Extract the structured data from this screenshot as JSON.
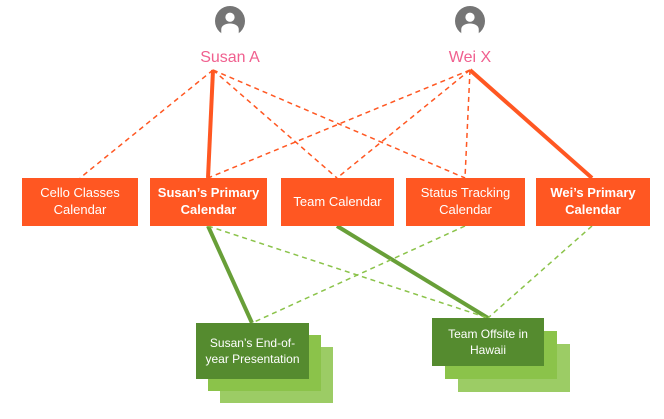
{
  "users": [
    {
      "id": "susan",
      "name": "Susan A"
    },
    {
      "id": "wei",
      "name": "Wei X"
    }
  ],
  "calendars": [
    {
      "id": "cello",
      "label": "Cello Classes Calendar",
      "emphasis": false
    },
    {
      "id": "susans_primary",
      "label": "Susan’s Primary Calendar",
      "emphasis": true
    },
    {
      "id": "team",
      "label": "Team Calendar",
      "emphasis": false
    },
    {
      "id": "status",
      "label": "Status Tracking Calendar",
      "emphasis": false
    },
    {
      "id": "weis_primary",
      "label": "Wei’s Primary Calendar",
      "emphasis": true
    }
  ],
  "events": [
    {
      "id": "susan_event",
      "label": "Susan’s End-of-year Presentation"
    },
    {
      "id": "team_offsite",
      "label": "Team Offsite in Hawaii"
    }
  ],
  "edges": [
    {
      "from": "susan",
      "to": "cello",
      "kind": "subscribed"
    },
    {
      "from": "susan",
      "to": "susans_primary",
      "kind": "owner"
    },
    {
      "from": "susan",
      "to": "team",
      "kind": "subscribed"
    },
    {
      "from": "susan",
      "to": "status",
      "kind": "subscribed"
    },
    {
      "from": "wei",
      "to": "susans_primary",
      "kind": "subscribed"
    },
    {
      "from": "wei",
      "to": "team",
      "kind": "subscribed"
    },
    {
      "from": "wei",
      "to": "status",
      "kind": "subscribed"
    },
    {
      "from": "wei",
      "to": "weis_primary",
      "kind": "owner"
    },
    {
      "from": "susans_primary",
      "to": "susan_event",
      "kind": "organizer"
    },
    {
      "from": "team",
      "to": "team_offsite",
      "kind": "organizer"
    },
    {
      "from": "susans_primary",
      "to": "team_offsite",
      "kind": "shown"
    },
    {
      "from": "status",
      "to": "susan_event",
      "kind": "shown"
    },
    {
      "from": "weis_primary",
      "to": "team_offsite",
      "kind": "shown"
    }
  ],
  "colors": {
    "calendar_orange": "#ff5722",
    "line_orange": "#ff5722",
    "name_pink": "#f0608f",
    "avatar_gray": "#757575",
    "event_green_front": "#558b2f",
    "event_green_mid": "#8bc34a",
    "event_green_back": "#9ccc65",
    "line_green_solid": "#689f38",
    "line_green_dashed": "#8bc34a"
  }
}
